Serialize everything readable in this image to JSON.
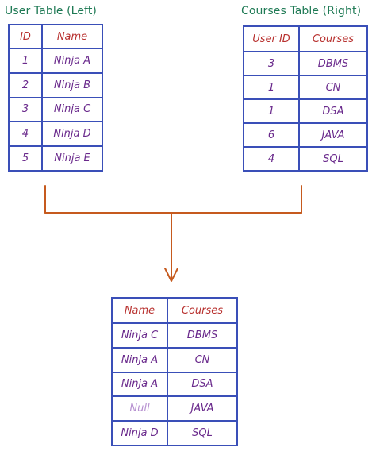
{
  "user_table": {
    "caption": "User Table (Left)",
    "headers": [
      "ID",
      "Name"
    ],
    "rows": [
      [
        "1",
        "Ninja A"
      ],
      [
        "2",
        "Ninja B"
      ],
      [
        "3",
        "Ninja C"
      ],
      [
        "4",
        "Ninja D"
      ],
      [
        "5",
        "Ninja E"
      ]
    ]
  },
  "courses_table": {
    "caption": "Courses Table (Right)",
    "headers": [
      "User ID",
      "Courses"
    ],
    "rows": [
      [
        "3",
        "DBMS"
      ],
      [
        "1",
        "CN"
      ],
      [
        "1",
        "DSA"
      ],
      [
        "6",
        "JAVA"
      ],
      [
        "4",
        "SQL"
      ]
    ]
  },
  "result_table": {
    "headers": [
      "Name",
      "Courses"
    ],
    "rows": [
      [
        "Ninja C",
        "DBMS"
      ],
      [
        "Ninja A",
        "CN"
      ],
      [
        "Ninja A",
        "DSA"
      ],
      [
        "Null",
        "JAVA"
      ],
      [
        "Ninja D",
        "SQL"
      ]
    ]
  },
  "colors": {
    "table_border": "#3a4fb8",
    "header_text": "#b8312f",
    "cell_text": "#6a2a8c",
    "null_text": "#b68fd0",
    "caption_text": "#1f7a55",
    "connector": "#c65a1e"
  }
}
